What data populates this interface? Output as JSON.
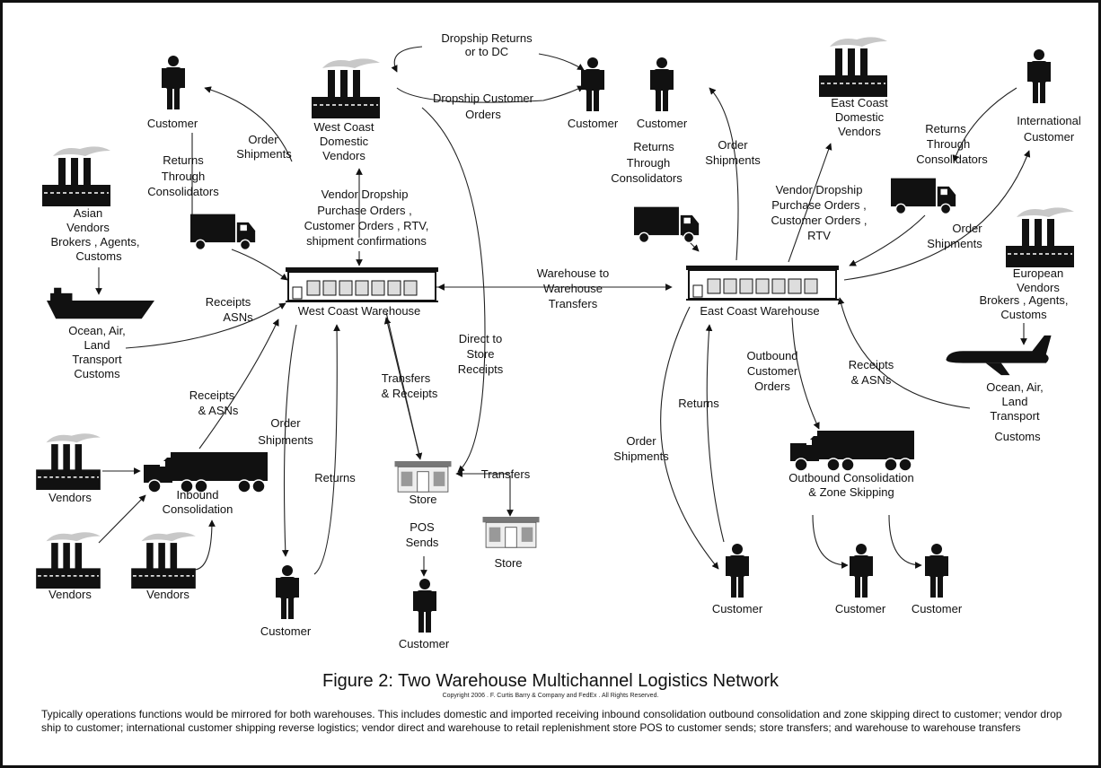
{
  "figure": {
    "title": "Figure 2: Two Warehouse Multichannel Logistics Network",
    "copyright": "Copyright 2006 . F. Curtis Barry & Company and FedEx . All Rights Reserved.",
    "description": "Typically operations functions would be mirrored for both warehouses. This includes domestic and imported receiving inbound consolidation outbound consolidation and zone skipping direct to customer; vendor drop ship to customer; international customer shipping reverse logistics; vendor direct and warehouse to retail replenishment store POS to customer sends; store transfers; and warehouse to warehouse transfers"
  },
  "nodes": {
    "wc_warehouse": "West Coast Warehouse",
    "ec_warehouse": "East Coast Warehouse",
    "wc_vendors": [
      "West Coast",
      "Domestic",
      "Vendors"
    ],
    "ec_vendors": [
      "East Coast",
      "Domestic",
      "Vendors"
    ],
    "asian_vendors": [
      "Asian",
      "Vendors",
      "Brokers , Agents,",
      "Customs"
    ],
    "european_vendors": [
      "European",
      "Vendors"
    ],
    "eu_brokers": [
      "Brokers , Agents,",
      "Customs"
    ],
    "ocean_left": [
      "Ocean, Air,",
      "Land",
      "Transport",
      "Customs"
    ],
    "ocean_right": [
      "Ocean, Air,",
      "Land",
      "Transport"
    ],
    "customs_right": "Customs",
    "inbound_consolidation": [
      "Inbound",
      "Consolidation"
    ],
    "outbound_consolidation": [
      "Outbound Consolidation",
      "& Zone Skipping"
    ],
    "vendors": "Vendors",
    "store": "Store",
    "customer": "Customer",
    "international_customer": [
      "International",
      "Customer"
    ]
  },
  "edges": {
    "dropship_returns": [
      "Dropship Returns",
      "or to DC"
    ],
    "dropship_orders": [
      "Dropship Customer",
      "Orders"
    ],
    "order_shipments": [
      "Order",
      "Shipments"
    ],
    "returns_consolidators": [
      "Returns",
      "Through",
      "Consolidators"
    ],
    "vendor_dropship_wc": [
      "Vendor Dropship",
      "Purchase Orders ,",
      "Customer Orders , RTV,",
      "shipment confirmations"
    ],
    "vendor_dropship_ec": [
      "Vendor Dropship",
      "Purchase Orders ,",
      "Customer Orders ,",
      "RTV"
    ],
    "receipts_asns": [
      "Receipts",
      "ASNs"
    ],
    "receipts_and_asns": [
      "Receipts",
      "& ASNs"
    ],
    "warehouse_transfers": [
      "Warehouse to",
      "Warehouse",
      "Transfers"
    ],
    "direct_to_store": [
      "Direct to",
      "Store",
      "Receipts"
    ],
    "transfers_receipts": [
      "Transfers",
      "& Receipts"
    ],
    "transfers": "Transfers",
    "returns": "Returns",
    "pos_sends": [
      "POS",
      "Sends"
    ],
    "outbound_orders": [
      "Outbound",
      "Customer",
      "Orders"
    ]
  }
}
